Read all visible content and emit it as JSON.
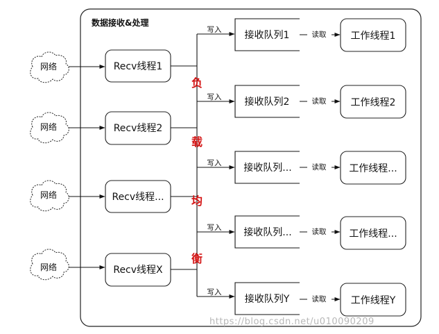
{
  "title": "数据接收&处理",
  "network_label": "网络",
  "recv_threads": [
    "Recv线程1",
    "Recv线程2",
    "Recv线程...",
    "Recv线程X"
  ],
  "write_label": "写入",
  "read_label": "读取",
  "queues": [
    "接收队列1",
    "接收队列2",
    "接收队列...",
    "接收队列...",
    "接收队列Y"
  ],
  "workers": [
    "工作线程1",
    "工作线程2",
    "工作线程...",
    "工作线程...",
    "工作线程Y"
  ],
  "load_balance_chars": [
    "负",
    "载",
    "均",
    "衡"
  ],
  "watermark": "https://blog.csdn.net/u010090209",
  "colors": {
    "load_balance": "#d41414",
    "stroke": "#222222",
    "watermark": "#b8b8b8"
  }
}
